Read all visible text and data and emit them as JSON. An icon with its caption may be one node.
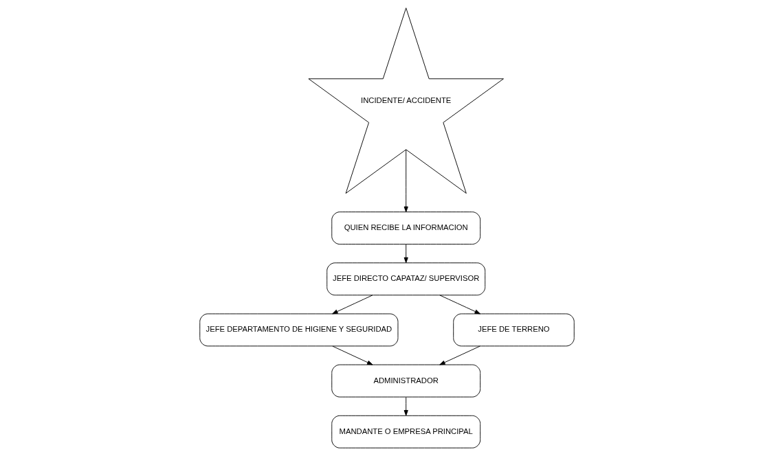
{
  "diagram": {
    "nodes": [
      {
        "text": [
          "INCIDENTE/ ACCIDENTE"
        ]
      },
      {
        "text": [
          "QUIEN RECIBE LA INFORMACION"
        ]
      },
      {
        "text": [
          "JEFE DIRECTO CAPATAZ/ SUPERVISOR"
        ]
      },
      {
        "text": [
          "JEFE DEPARTAMENTO DE HIGIENE Y SEGURIDAD"
        ]
      },
      {
        "text": [
          "JEFE DE TERRENO"
        ]
      },
      {
        "text": [
          "ADMINISTRADOR"
        ]
      },
      {
        "text": [
          "MANDANTE O EMPRESA PRINCIPAL"
        ]
      }
    ],
    "edges": [
      {
        "from": 0,
        "to": 1,
        "arrow": "to"
      },
      {
        "from": 1,
        "to": 2,
        "arrow": "to"
      },
      {
        "from": 2,
        "to": 3,
        "arrow": "to"
      },
      {
        "from": 2,
        "to": 4,
        "arrow": "to"
      },
      {
        "from": 3,
        "to": 5,
        "arrow": "to"
      },
      {
        "from": 4,
        "to": 5,
        "arrow": "to"
      },
      {
        "from": 5,
        "to": 6,
        "arrow": "to"
      }
    ]
  }
}
